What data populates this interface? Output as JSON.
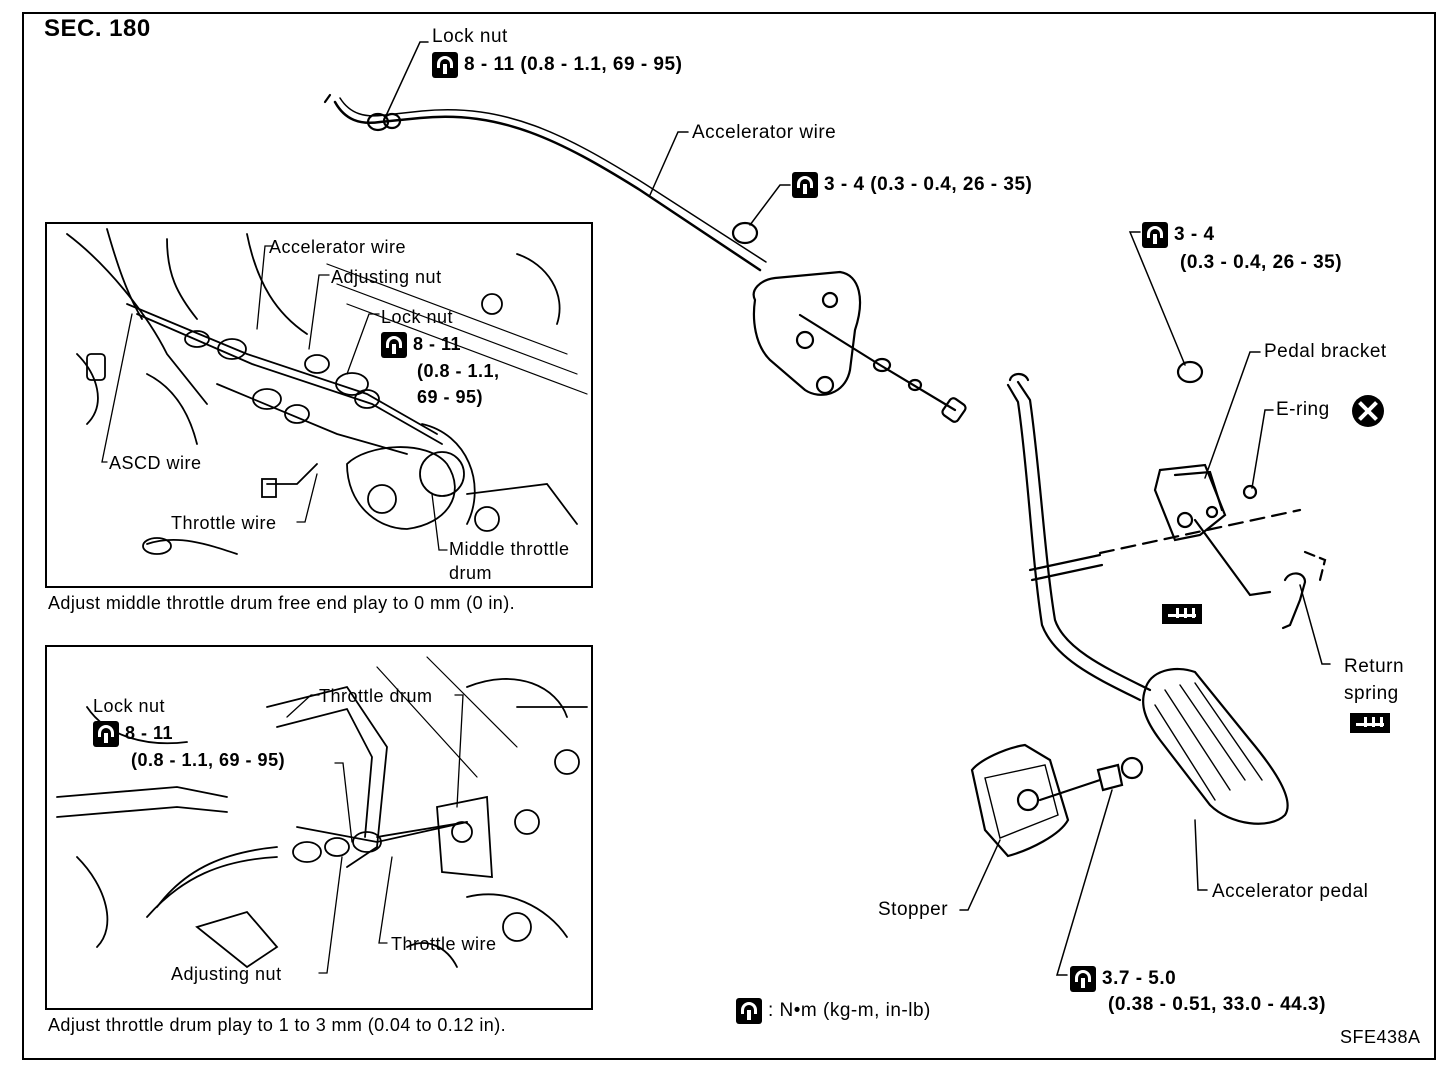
{
  "section": "SEC. 180",
  "figure_code": "SFE438A",
  "legend": {
    "unit": ": N•m (kg-m, in-lb)"
  },
  "main": {
    "lock_nut": {
      "label": "Lock nut",
      "torque": "8 - 11 (0.8 - 1.1, 69 - 95)"
    },
    "accelerator_wire": "Accelerator wire",
    "bracket_nut_torque": "3 - 4 (0.3 - 0.4, 26 - 35)",
    "pedal_bracket_torque_line1": "3 - 4",
    "pedal_bracket_torque_line2": "(0.3 - 0.4, 26 - 35)",
    "pedal_bracket": "Pedal bracket",
    "e_ring": "E-ring",
    "return_spring_line1": "Return",
    "return_spring_line2": "spring",
    "stopper": "Stopper",
    "accelerator_pedal": "Accelerator pedal",
    "pedal_bolt_torque_line1": "3.7 - 5.0",
    "pedal_bolt_torque_line2": "(0.38 - 0.51, 33.0 - 44.3)"
  },
  "inset_top": {
    "accelerator_wire": "Accelerator wire",
    "adjusting_nut": "Adjusting nut",
    "lock_nut": "Lock nut",
    "torque_line1": "8 - 11",
    "torque_line2": "(0.8 - 1.1,",
    "torque_line3": "69 - 95)",
    "ascd_wire": "ASCD wire",
    "throttle_wire": "Throttle wire",
    "middle_throttle_line1": "Middle throttle",
    "middle_throttle_line2": "drum",
    "caption": "Adjust middle throttle drum free end play to 0 mm (0 in)."
  },
  "inset_bottom": {
    "lock_nut": "Lock nut",
    "torque_line1": "8 - 11",
    "torque_line2": "(0.8 - 1.1, 69 - 95)",
    "throttle_drum": "Throttle drum",
    "throttle_wire": "Throttle wire",
    "adjusting_nut": "Adjusting nut",
    "caption": "Adjust throttle drum play to 1 to 3 mm (0.04 to 0.12 in)."
  }
}
